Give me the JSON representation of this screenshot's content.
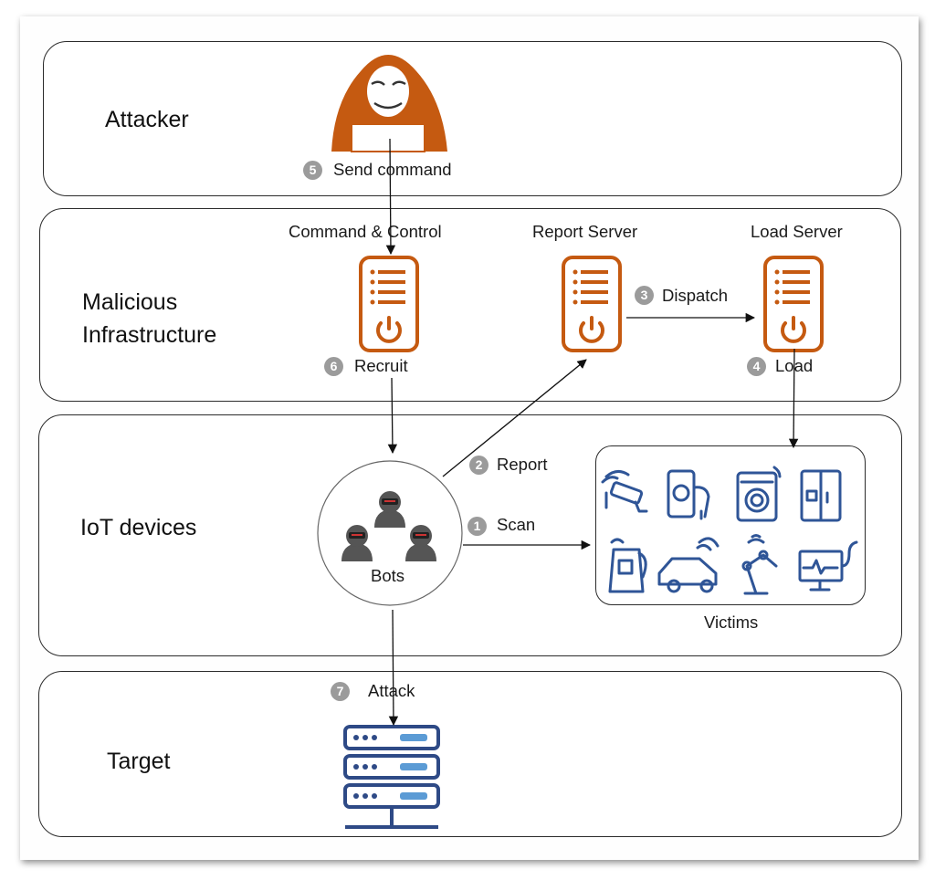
{
  "layers": {
    "attacker": "Attacker",
    "infrastructure_line1": "Malicious",
    "infrastructure_line2": "Infrastructure",
    "iot": "IoT devices",
    "target": "Target"
  },
  "servers": {
    "cnc": "Command & Control",
    "report": "Report Server",
    "load": "Load Server"
  },
  "steps": [
    {
      "num": "1",
      "label": "Scan"
    },
    {
      "num": "2",
      "label": "Report"
    },
    {
      "num": "3",
      "label": "Dispatch"
    },
    {
      "num": "4",
      "label": "Load"
    },
    {
      "num": "5",
      "label": "Send command"
    },
    {
      "num": "6",
      "label": "Recruit"
    },
    {
      "num": "7",
      "label": "Attack"
    }
  ],
  "bots_label": "Bots",
  "victims_label": "Victims",
  "colors": {
    "server": "#c55a11",
    "victim_icons": "#2f5597",
    "target": "#2e4a86",
    "step_badge": "#9b9b9b"
  }
}
